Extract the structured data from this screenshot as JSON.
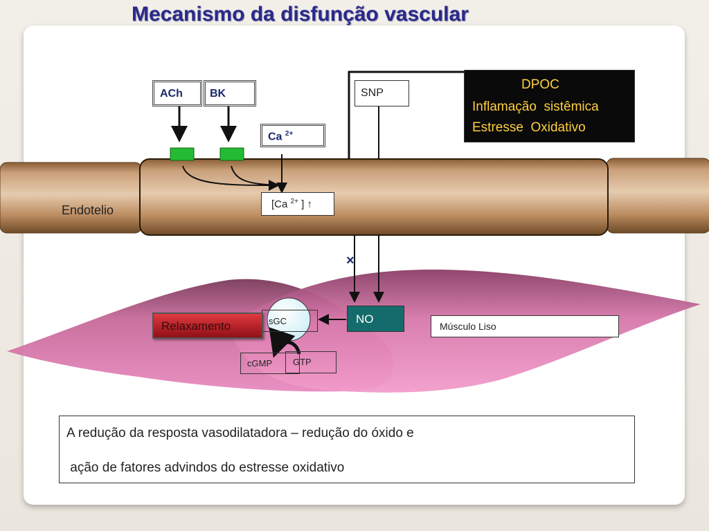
{
  "title": "Mecanismo da disfunção vascular",
  "labels": {
    "ach": "ACh",
    "bk": "BK",
    "ca_top": "Ca",
    "ca_top_sup": "2+",
    "snp": "SNP",
    "ca_inside": "[Ca",
    "ca_inside_sup": "2+",
    "ca_inside_tail": "] ↑",
    "endotelio": "Endotelio",
    "no": "NO",
    "sgc": "sGC",
    "relaxamento": "Relaxamento",
    "cgmp": "cGMP",
    "gtp": "GTP",
    "musculo_liso": "Músculo Liso",
    "x_mark": "×"
  },
  "dpoc_box": {
    "line1": "DPOC",
    "line2": "Inflamação  sistêmica",
    "line3": "Estresse  Oxidativo"
  },
  "caption": {
    "line1": "A redução da resposta vasodilatadora – redução do óxido e",
    "line2": " ação de fatores advindos do estresse oxidativo"
  },
  "colors": {
    "title": "#2a2a8a",
    "vessel": "#b88a5c",
    "muscle": "#ee88c0",
    "receptor": "#22bb33",
    "no_box": "#146b6b",
    "relax_box": "#b81c24",
    "dpoc_bg": "#0a0a0a",
    "dpoc_text": "#ffd040"
  }
}
